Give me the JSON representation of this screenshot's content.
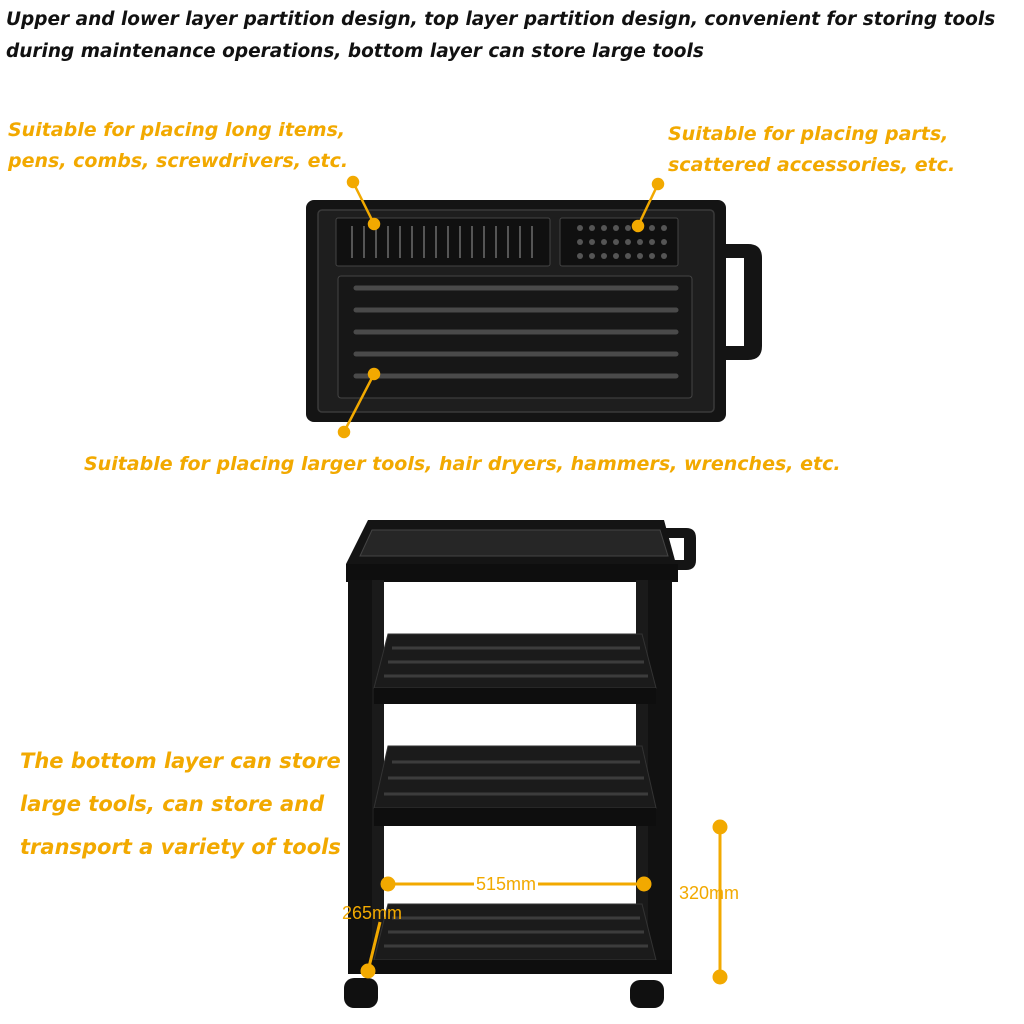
{
  "headline": "Upper and lower layer partition design, top layer partition design, convenient for storing tools during maintenance operations, bottom layer can store large tools",
  "callouts": {
    "long_items": "Suitable for placing long items, pens, combs, screwdrivers, etc.",
    "parts": "Suitable for placing parts, scattered accessories, etc.",
    "larger_tools": "Suitable for placing larger tools, hair dryers, hammers, wrenches, etc.",
    "bottom_layer": "The bottom layer can store large tools, can store and transport a variety of tools"
  },
  "dimensions": {
    "width": "515mm",
    "depth": "265mm",
    "height": "320mm"
  },
  "colors": {
    "accent": "#f2a900",
    "product": "#141414",
    "headline_text": "#111111"
  }
}
